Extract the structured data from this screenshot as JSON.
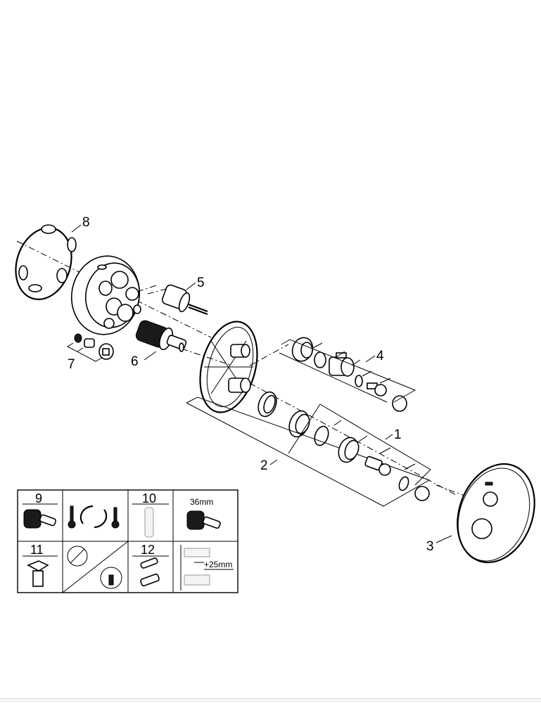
{
  "diagram": {
    "type": "exploded-parts-view",
    "subject": "concealed thermostatic shower valve with round trim",
    "callouts": [
      {
        "id": "1",
        "label": "1",
        "part": "thermostat control assembly (cartridge sleeve, o-ring, spindle, cap)"
      },
      {
        "id": "2",
        "label": "2",
        "part": "extension set (ring nut, sleeve, o-ring)"
      },
      {
        "id": "3",
        "label": "3",
        "part": "round escutcheon / trim plate"
      },
      {
        "id": "4",
        "label": "4",
        "part": "diverter / volume control assembly"
      },
      {
        "id": "5",
        "label": "5",
        "part": "flow control cartridge"
      },
      {
        "id": "6",
        "label": "6",
        "part": "thermostatic cartridge"
      },
      {
        "id": "7",
        "label": "7",
        "part": "non-return valve / filter set"
      },
      {
        "id": "8",
        "label": "8",
        "part": "sealing ring gasket"
      }
    ],
    "accessory_table": {
      "rows": [
        [
          {
            "number": "9",
            "caption": "",
            "icon": "thermostatic-cartridge-icon"
          },
          {
            "number": "",
            "caption": "",
            "icon": "hot-cold-reversal-icon"
          },
          {
            "number": "10",
            "caption": "",
            "icon": "extension-sleeve-icon"
          },
          {
            "number": "",
            "caption": "36mm",
            "icon": "cartridge-36mm-icon"
          }
        ],
        [
          {
            "number": "11",
            "caption": "",
            "icon": "adapter-icon"
          },
          {
            "number": "",
            "caption": "",
            "icon": "handle-orientation-icon"
          },
          {
            "number": "12",
            "caption": "",
            "icon": "extension-screws-icon"
          },
          {
            "number": "",
            "caption": "+25mm",
            "icon": "wall-extension-icon"
          }
        ]
      ]
    }
  },
  "colors": {
    "line": "#000000",
    "background": "#ffffff",
    "light_part": "#999999"
  }
}
